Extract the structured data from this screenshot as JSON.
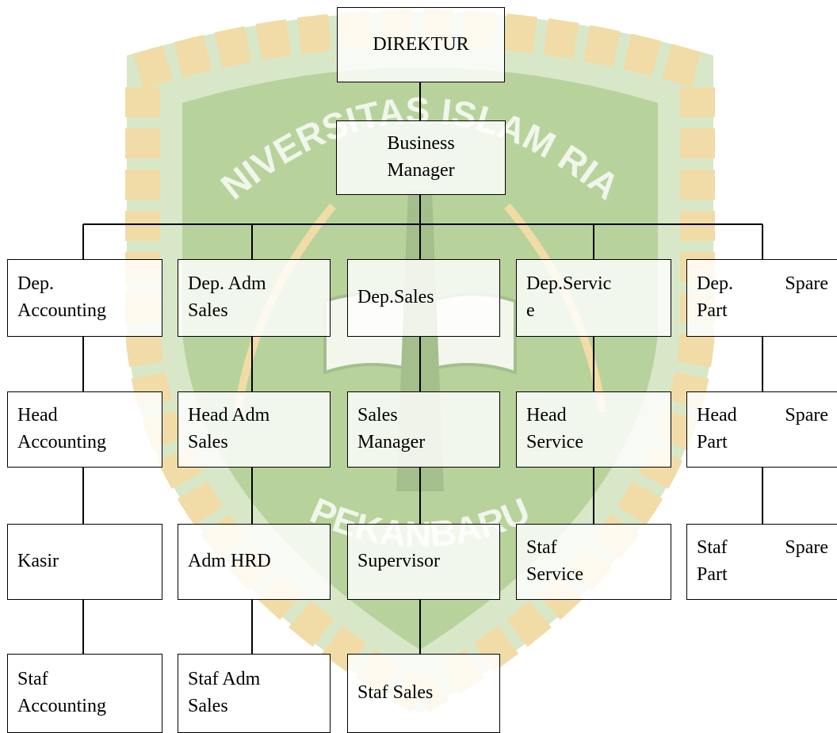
{
  "watermark": {
    "top_text": "UNIVERSITAS ISLAM RIAU",
    "bottom_text": "PEKANBARU",
    "colors": {
      "green": "#6a9a3a",
      "light_green": "#b9d49a",
      "gold": "#f2d27a",
      "rope": "#e7c160"
    }
  },
  "org": {
    "direktur": "DIREKTUR",
    "business_manager": "Business\nManager",
    "departments": [
      {
        "head": "Dep.\nAccounting",
        "children": [
          "Head\nAccounting",
          "Kasir",
          "Staf\nAccounting"
        ]
      },
      {
        "head": "Dep. Adm\nSales",
        "children": [
          "Head Adm\nSales",
          "Adm HRD",
          "Staf Adm\nSales"
        ]
      },
      {
        "head": "Dep.Sales",
        "children": [
          "Sales\nManager",
          "Supervisor",
          "Staf Sales"
        ]
      },
      {
        "head": "Dep.Servic\ne",
        "children": [
          "Head\nService",
          "Staf\nService"
        ]
      },
      {
        "head": "Dep. Spare\nPart",
        "children": [
          "Head Spare\nPart",
          "Staf Spare\nPart"
        ]
      }
    ]
  }
}
